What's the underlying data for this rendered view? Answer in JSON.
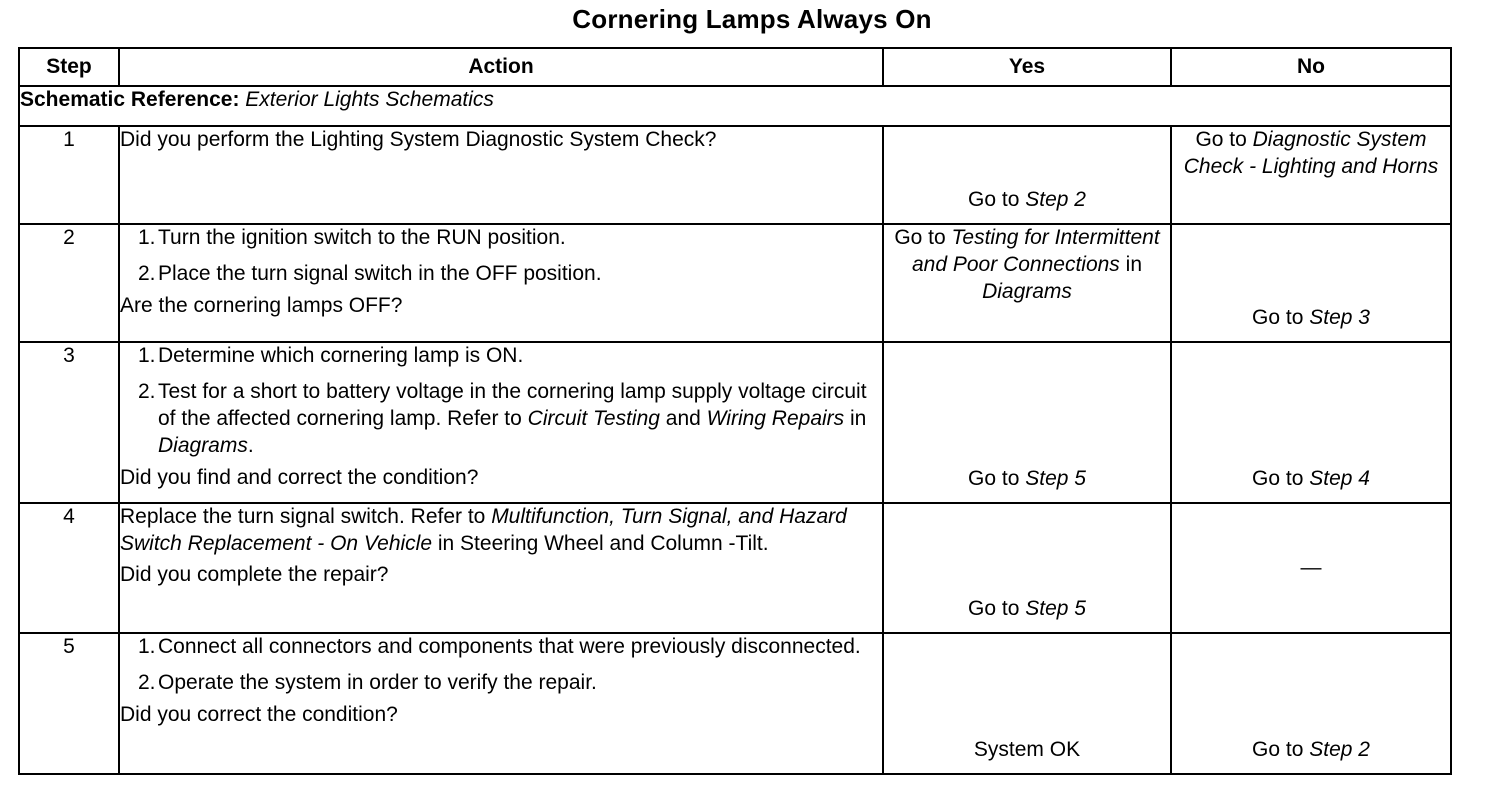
{
  "document": {
    "title": "Cornering Lamps Always On"
  },
  "table": {
    "headers": {
      "step": "Step",
      "action": "Action",
      "yes": "Yes",
      "no": "No"
    },
    "schematic": {
      "label": "Schematic Reference:",
      "value": "Exterior Lights Schematics"
    },
    "rows": [
      {
        "step": "1",
        "action": {
          "question": "Did you perform the Lighting System Diagnostic System Check?"
        },
        "yes": {
          "line1": "Go to ",
          "line1_italic": "Step 2"
        },
        "no": {
          "line1": "Go to ",
          "line1_italic": "Diagnostic System Check - Lighting and Horns"
        }
      },
      {
        "step": "2",
        "action": {
          "items": [
            {
              "marker": "1.",
              "text": "Turn the ignition switch to the RUN position."
            },
            {
              "marker": "2.",
              "text": "Place the turn signal switch in the OFF position."
            }
          ],
          "question": "Are the cornering lamps OFF?"
        },
        "yes": {
          "prefix": "Go to ",
          "italic": "Testing for Intermittent and Poor Connections",
          "suffix": " in ",
          "italic2": "Diagrams"
        },
        "no": {
          "prefix": "Go to ",
          "italic": "Step 3"
        }
      },
      {
        "step": "3",
        "action": {
          "items": [
            {
              "marker": "1.",
              "text": "Determine which cornering lamp is ON."
            },
            {
              "marker": "2.",
              "text_a": "Test for a short to battery voltage in the cornering lamp supply voltage circuit of the affected cornering lamp. Refer to ",
              "italic_a": "Circuit Testing",
              "text_b": " and ",
              "italic_b": "Wiring Repairs",
              "text_c": " in ",
              "italic_c": "Diagrams",
              "text_d": "."
            }
          ],
          "question": "Did you find and correct the condition?"
        },
        "yes": {
          "prefix": "Go to ",
          "italic": "Step 5"
        },
        "no": {
          "prefix": "Go to ",
          "italic": "Step 4"
        }
      },
      {
        "step": "4",
        "action": {
          "text_a": "Replace the turn signal switch. Refer to ",
          "italic_a": "Multifunction, Turn Signal, and Hazard Switch Replacement - On Vehicle",
          "text_b": " in Steering Wheel and Column -Tilt.",
          "question": "Did you complete the repair?"
        },
        "yes": {
          "prefix": "Go to ",
          "italic": "Step 5"
        },
        "no": {
          "text": "—"
        }
      },
      {
        "step": "5",
        "action": {
          "items": [
            {
              "marker": "1.",
              "text": "Connect all connectors and components that were previously disconnected."
            },
            {
              "marker": "2.",
              "text": "Operate the system in order to verify the repair."
            }
          ],
          "question": "Did you correct the condition?"
        },
        "yes": {
          "text": "System OK"
        },
        "no": {
          "prefix": "Go to ",
          "italic": "Step 2"
        }
      }
    ]
  }
}
